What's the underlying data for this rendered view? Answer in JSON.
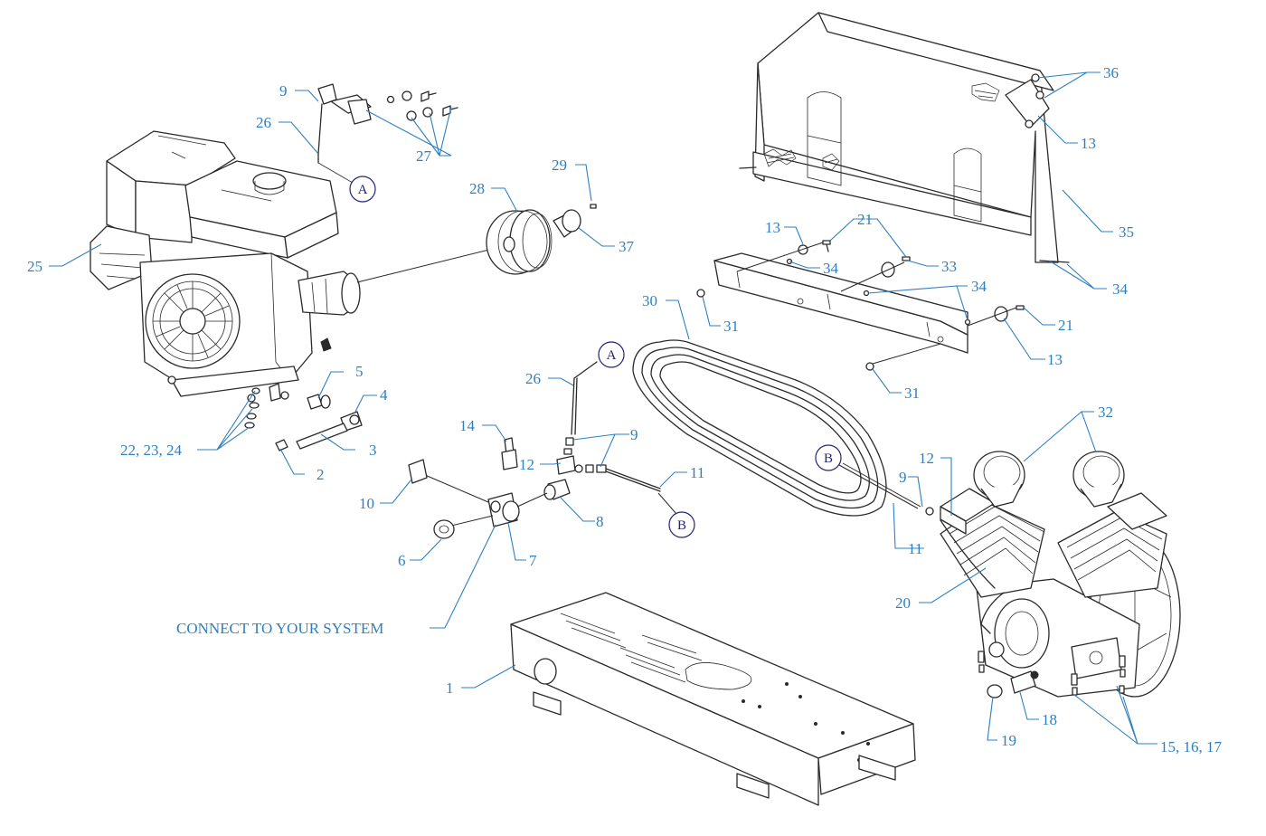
{
  "diagram": {
    "colors": {
      "callout": "#2e7fc0",
      "reference": "#23237a",
      "line": "#2a2a2a"
    },
    "connect_label": "CONNECT TO YOUR SYSTEM",
    "references": {
      "a": "A",
      "b": "B"
    },
    "callouts": {
      "c1": "1",
      "c2": "2",
      "c3": "3",
      "c4": "4",
      "c5": "5",
      "c6": "6",
      "c7": "7",
      "c8": "8",
      "c9_top": "9",
      "c9_mid": "9",
      "c9_right": "9",
      "c10": "10",
      "c11_mid": "11",
      "c11_right": "11",
      "c12_mid": "12",
      "c12_right": "12",
      "c13_top": "13",
      "c13_left": "13",
      "c13_right": "13",
      "c14": "14",
      "c15": "15, 16, 17",
      "c18": "18",
      "c19": "19",
      "c20": "20",
      "c21_a": "21",
      "c21_b": "21",
      "c22": "22, 23, 24",
      "c25": "25",
      "c26_top": "26",
      "c26_mid": "26",
      "c27": "27",
      "c28": "28",
      "c29": "29",
      "c30": "30",
      "c31_a": "31",
      "c31_b": "31",
      "c32": "32",
      "c33": "33",
      "c34_a": "34",
      "c34_b": "34",
      "c34_c": "34",
      "c35": "35",
      "c36": "36",
      "c37": "37"
    }
  }
}
